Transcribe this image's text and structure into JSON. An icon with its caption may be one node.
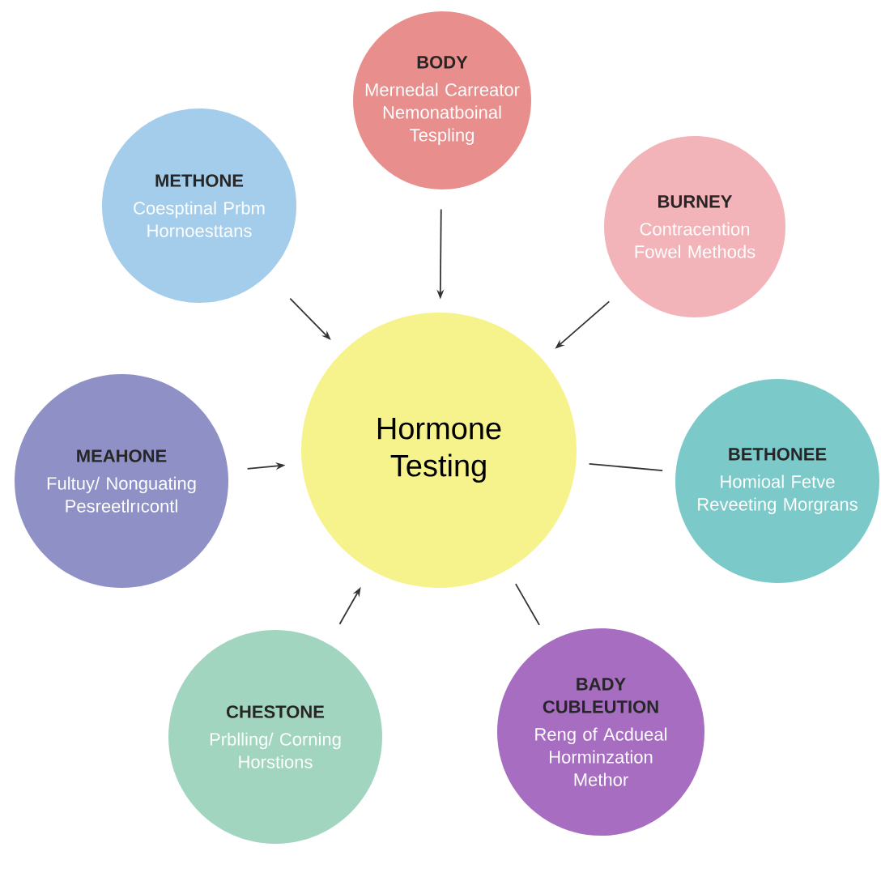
{
  "diagram": {
    "nodes": [
      {
        "text": [
          "Hormone Testing"
        ]
      },
      {
        "text": [
          "BODY",
          "Mernedal Carreator Nemonatboinal Tespling"
        ]
      },
      {
        "text": [
          "METHONE",
          "Coesptinal Prbm Hornoesttans"
        ]
      },
      {
        "text": [
          "BURNEY",
          "Contracention Fowel Methods"
        ]
      },
      {
        "text": [
          "MEAHONE",
          "Fultuy/ Nonguating Pesreetlrıcontl"
        ]
      },
      {
        "text": [
          "BETHONEE",
          "Homioal Fetve Reveeting Morgrans"
        ]
      },
      {
        "text": [
          "CHESTONE",
          "Prblling/ Corning Horstions"
        ]
      },
      {
        "text": [
          "BADY CUBLEUTION",
          "Reng of Acdueal Horminzation Methor"
        ]
      }
    ],
    "edges": [
      {
        "from": 1,
        "to": 0,
        "arrow": "to"
      },
      {
        "from": 2,
        "to": 0,
        "arrow": "to"
      },
      {
        "from": 3,
        "to": 0,
        "arrow": "to"
      },
      {
        "from": 4,
        "to": 0,
        "arrow": "to"
      },
      {
        "from": 5,
        "to": 0,
        "arrow": "none"
      },
      {
        "from": 6,
        "to": 0,
        "arrow": "to"
      },
      {
        "from": 7,
        "to": 0,
        "arrow": "none"
      }
    ]
  }
}
